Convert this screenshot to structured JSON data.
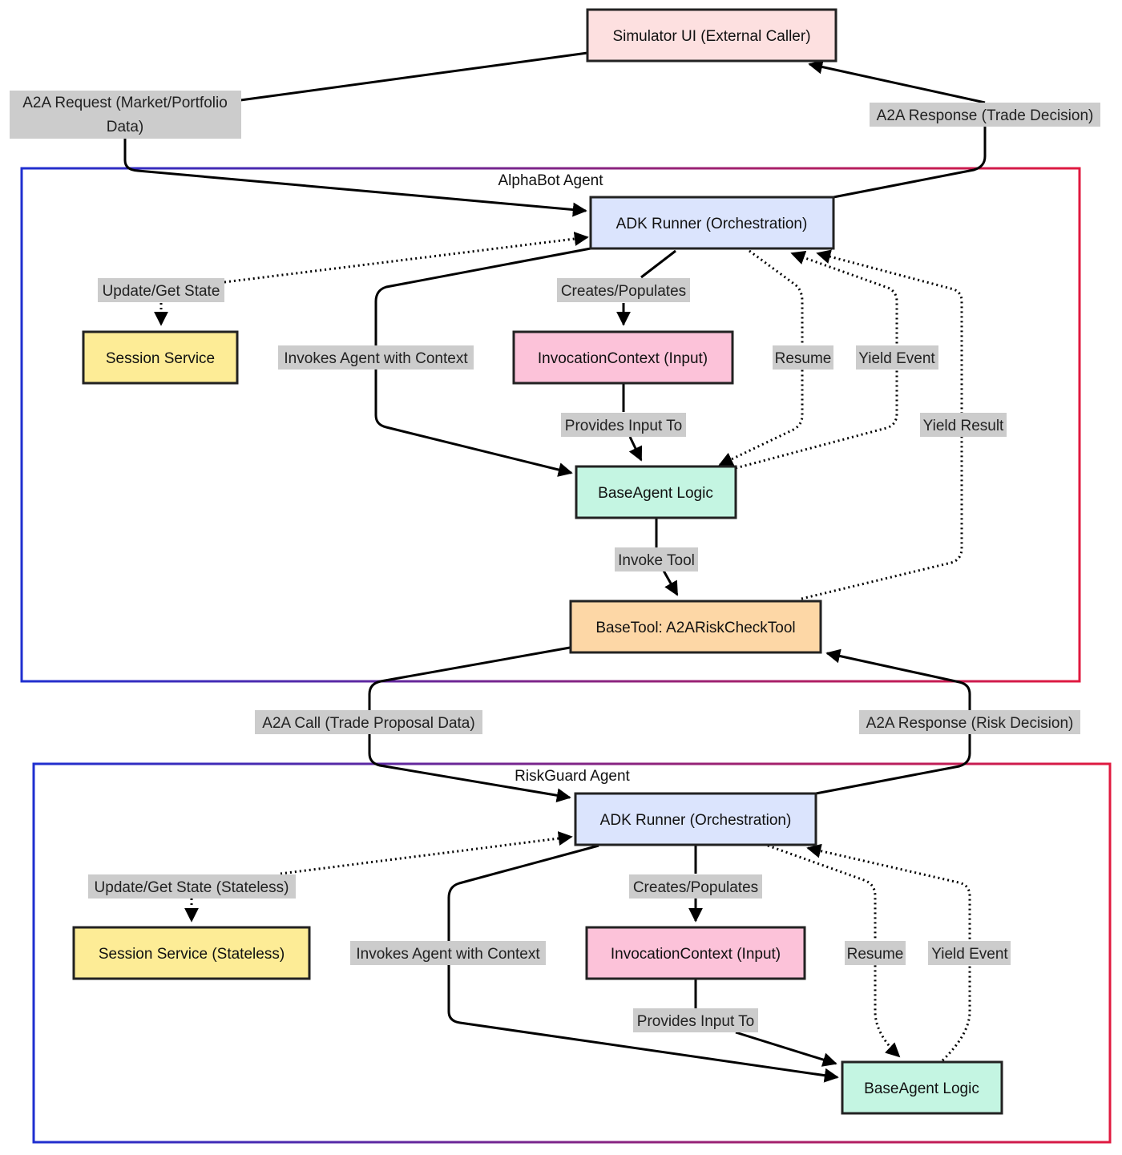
{
  "diagram": {
    "colors": {
      "external": "#fde0e0",
      "runner": "#dbe4fd",
      "session": "#fdec96",
      "context": "#fcc2d9",
      "agent_logic": "#c4f5e2",
      "tool": "#fdd7a6",
      "group_border_start": "#1f2fd0",
      "group_border_end": "#e0193f",
      "label_bg": "#cccccc"
    },
    "nodes": {
      "simulator": "Simulator UI (External Caller)",
      "alpha_runner": "ADK Runner (Orchestration)",
      "alpha_session": "Session Service",
      "alpha_context": "InvocationContext (Input)",
      "alpha_logic": "BaseAgent Logic",
      "alpha_tool": "BaseTool: A2ARiskCheckTool",
      "risk_runner": "ADK Runner (Orchestration)",
      "risk_session": "Session Service (Stateless)",
      "risk_context": "InvocationContext (Input)",
      "risk_logic": "BaseAgent Logic"
    },
    "groups": {
      "alphabot": "AlphaBot Agent",
      "riskguard": "RiskGuard Agent"
    },
    "edge_labels": {
      "a2a_request_line1": "A2A Request (Market/Portfolio",
      "a2a_request_line2": "Data)",
      "a2a_response_trade": "A2A Response (Trade Decision)",
      "alpha_update_state": "Update/Get State",
      "alpha_creates": "Creates/Populates",
      "alpha_invokes": "Invokes Agent with Context",
      "alpha_resume": "Resume",
      "alpha_yield_event": "Yield Event",
      "alpha_provides": "Provides Input To",
      "alpha_yield_result": "Yield Result",
      "alpha_invoke_tool": "Invoke Tool",
      "a2a_call": "A2A Call (Trade Proposal Data)",
      "a2a_response_risk": "A2A Response (Risk Decision)",
      "risk_update_state": "Update/Get State (Stateless)",
      "risk_creates": "Creates/Populates",
      "risk_invokes": "Invokes Agent with Context",
      "risk_resume": "Resume",
      "risk_yield_event": "Yield Event",
      "risk_provides": "Provides Input To"
    }
  }
}
